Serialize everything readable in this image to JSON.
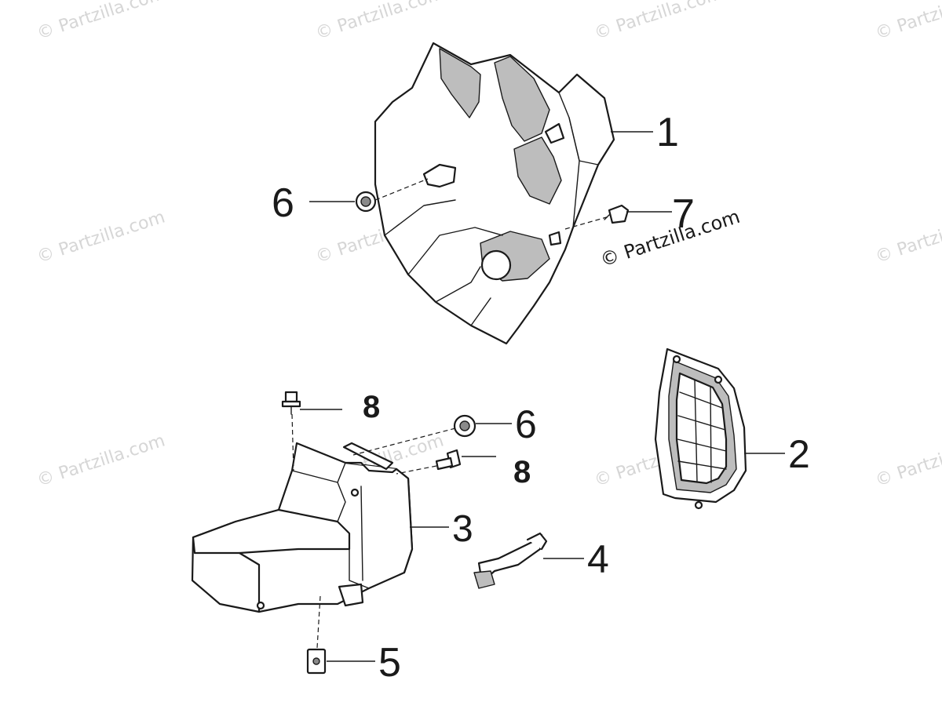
{
  "watermark": {
    "text": "© Partzilla.com"
  },
  "copyright": {
    "text": "© Partzilla.com"
  },
  "callouts": [
    {
      "id": "1",
      "label": "1"
    },
    {
      "id": "2",
      "label": "2"
    },
    {
      "id": "3",
      "label": "3"
    },
    {
      "id": "4",
      "label": "4"
    },
    {
      "id": "5",
      "label": "5"
    },
    {
      "id": "6a",
      "label": "6"
    },
    {
      "id": "6b",
      "label": "6"
    },
    {
      "id": "7",
      "label": "7"
    },
    {
      "id": "8a",
      "label": "8"
    },
    {
      "id": "8b",
      "label": "8"
    }
  ],
  "colors": {
    "line": "#1a1a1a",
    "shade": "#bdbdbd",
    "watermark": "#d6d6d6"
  }
}
